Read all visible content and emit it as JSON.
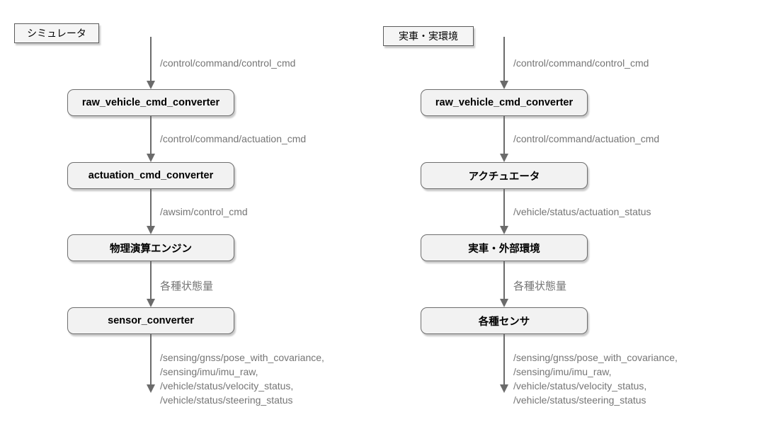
{
  "diagram": {
    "columns": [
      {
        "header": "シミュレータ",
        "nodes": [
          "raw_vehicle_cmd_converter",
          "actuation_cmd_converter",
          "物理演算エンジン",
          "sensor_converter"
        ],
        "edge_labels": [
          "/control/command/control_cmd",
          "/control/command/actuation_cmd",
          "/awsim/control_cmd",
          "各種状態量"
        ],
        "outputs": "/sensing/gnss/pose_with_covariance,\n/sensing/imu/imu_raw,\n/vehicle/status/velocity_status,\n/vehicle/status/steering_status"
      },
      {
        "header": "実車・実環境",
        "nodes": [
          "raw_vehicle_cmd_converter",
          "アクチュエータ",
          "実車・外部環境",
          "各種センサ"
        ],
        "edge_labels": [
          "/control/command/control_cmd",
          "/control/command/actuation_cmd",
          "/vehicle/status/actuation_status",
          "各種状態量"
        ],
        "outputs": "/sensing/gnss/pose_with_covariance,\n/sensing/imu/imu_raw,\n/vehicle/status/velocity_status,\n/vehicle/status/steering_status"
      }
    ],
    "colors": {
      "background": "#ffffff",
      "box_fill": "#f2f2f2",
      "box_border": "#6e6e6e",
      "edge": "#6b6b6b",
      "edge_label_text": "#757575",
      "box_text": "#000000"
    }
  }
}
